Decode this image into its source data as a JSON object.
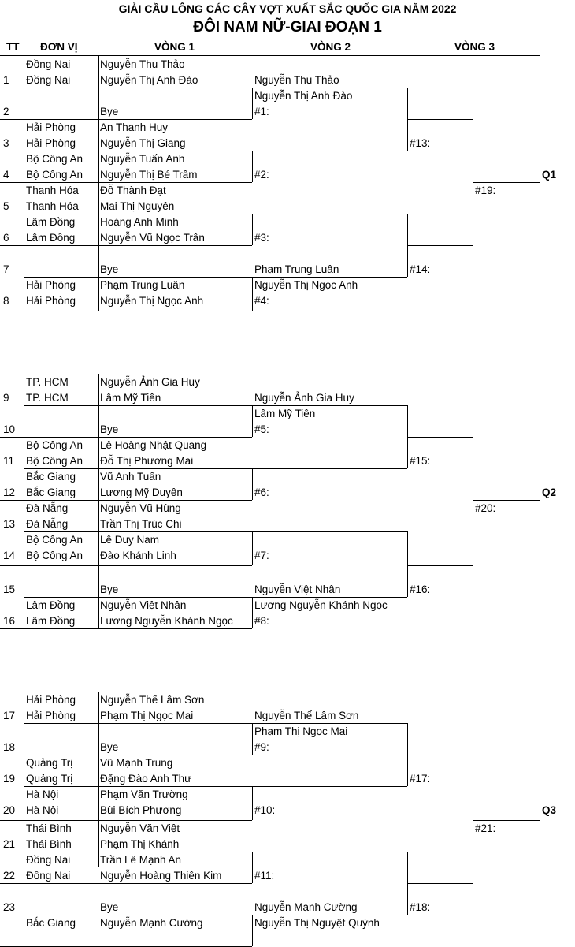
{
  "title": "GIẢI CẦU LÔNG CÁC CÂY VỢT XUẤT SẮC QUỐC GIA NĂM 2022",
  "subtitle": "ĐÔI NAM NỮ-GIAI ĐOẠN 1",
  "headers": {
    "tt": "TT",
    "unit": "ĐƠN VỊ",
    "r1": "VÒNG 1",
    "r2": "VÒNG 2",
    "r3": "VÒNG 3"
  },
  "entries": [
    {
      "tt": "1",
      "units": [
        "Đồng Nai",
        "Đồng Nai"
      ],
      "players": [
        "Nguyễn Thu Thảo",
        "Nguyễn Thị Anh Đào"
      ]
    },
    {
      "tt": "2",
      "units": [
        "",
        ""
      ],
      "players": [
        "",
        "Bye"
      ]
    },
    {
      "tt": "3",
      "units": [
        "Hải Phòng",
        "Hải Phòng"
      ],
      "players": [
        "An Thanh Huy",
        "Nguyễn Thị Giang"
      ]
    },
    {
      "tt": "4",
      "units": [
        "Bộ Công An",
        "Bộ Công An"
      ],
      "players": [
        "Nguyễn Tuấn Anh",
        "Nguyễn Thị Bé Trâm"
      ]
    },
    {
      "tt": "5",
      "units": [
        "Thanh Hóa",
        "Thanh Hóa"
      ],
      "players": [
        "Đỗ Thành Đạt",
        "Mai Thị Nguyên"
      ]
    },
    {
      "tt": "6",
      "units": [
        "Lâm Đồng",
        "Lâm Đồng"
      ],
      "players": [
        "Hoàng Anh Minh",
        "Nguyễn Vũ Ngọc Trân"
      ]
    },
    {
      "tt": "7",
      "units": [
        "",
        ""
      ],
      "players": [
        "",
        "Bye"
      ]
    },
    {
      "tt": "8",
      "units": [
        "Hải Phòng",
        "Hải Phòng"
      ],
      "players": [
        "Phạm Trung Luân",
        "Nguyễn Thị Ngọc Anh"
      ]
    },
    {
      "tt": "9",
      "units": [
        "TP. HCM",
        "TP. HCM"
      ],
      "players": [
        "Nguyễn Ảnh Gia Huy",
        "Lâm Mỹ Tiên"
      ]
    },
    {
      "tt": "10",
      "units": [
        "",
        ""
      ],
      "players": [
        "",
        "Bye"
      ]
    },
    {
      "tt": "11",
      "units": [
        "Bộ Công An",
        "Bộ Công An"
      ],
      "players": [
        "Lê Hoàng Nhật Quang",
        "Đỗ Thị Phương Mai"
      ]
    },
    {
      "tt": "12",
      "units": [
        "Bắc Giang",
        "Bắc Giang"
      ],
      "players": [
        "Vũ Anh Tuấn",
        "Lương Mỹ Duyên"
      ]
    },
    {
      "tt": "13",
      "units": [
        "Đà Nẵng",
        "Đà Nẵng"
      ],
      "players": [
        "Nguyễn Vũ Hùng",
        "Trần Thị Trúc Chi"
      ]
    },
    {
      "tt": "14",
      "units": [
        "Bộ Công An",
        "Bộ Công An"
      ],
      "players": [
        "Lê Duy Nam",
        "Đào Khánh Linh"
      ]
    },
    {
      "tt": "15",
      "units": [
        "",
        ""
      ],
      "players": [
        "",
        "Bye"
      ]
    },
    {
      "tt": "16",
      "units": [
        "Lâm Đồng",
        "Lâm Đồng"
      ],
      "players": [
        "Nguyễn Việt Nhân",
        "Lương Nguyễn Khánh Ngọc"
      ]
    },
    {
      "tt": "17",
      "units": [
        "Hải Phòng",
        "Hải Phòng"
      ],
      "players": [
        "Nguyễn Thế Lâm Sơn",
        "Phạm Thị Ngọc Mai"
      ]
    },
    {
      "tt": "18",
      "units": [
        "",
        ""
      ],
      "players": [
        "",
        "Bye"
      ]
    },
    {
      "tt": "19",
      "units": [
        "Quảng Trị",
        "Quảng Trị"
      ],
      "players": [
        "Vũ Mạnh Trung",
        "Đặng Đào Anh Thư"
      ]
    },
    {
      "tt": "20",
      "units": [
        "Hà Nội",
        "Hà Nội"
      ],
      "players": [
        "Phạm Văn Trường",
        "Bùi Bích Phương"
      ]
    },
    {
      "tt": "21",
      "units": [
        "Thái Bình",
        "Thái Bình"
      ],
      "players": [
        "Nguyễn Văn Việt",
        "Phạm Thị Khánh"
      ]
    },
    {
      "tt": "22",
      "units": [
        "Đồng Nai",
        "Đồng Nai"
      ],
      "players": [
        "Trần Lê Mạnh An",
        "Nguyễn Hoàng Thiên Kim"
      ]
    },
    {
      "tt": "23",
      "units": [
        "",
        ""
      ],
      "players": [
        "",
        "Bye"
      ]
    },
    {
      "tt": "",
      "units": [
        "Bắc Giang",
        ""
      ],
      "players": [
        "Nguyễn Mạnh Cường",
        ""
      ]
    }
  ],
  "round2": [
    {
      "label": "#1:",
      "names": [
        "Nguyễn Thu Thảo",
        "Nguyễn Thị Anh Đào"
      ]
    },
    {
      "label": "#2:",
      "names": [
        "",
        ""
      ]
    },
    {
      "label": "#3:",
      "names": [
        "",
        ""
      ]
    },
    {
      "label": "#4:",
      "names": [
        "Phạm Trung Luân",
        "Nguyễn Thị Ngọc Anh"
      ]
    },
    {
      "label": "#5:",
      "names": [
        "Nguyễn Ảnh Gia Huy",
        "Lâm Mỹ Tiên"
      ]
    },
    {
      "label": "#6:",
      "names": [
        "",
        ""
      ]
    },
    {
      "label": "#7:",
      "names": [
        "",
        ""
      ]
    },
    {
      "label": "#8:",
      "names": [
        "Nguyễn Việt Nhân",
        "Lương Nguyễn Khánh Ngọc"
      ]
    },
    {
      "label": "#9:",
      "names": [
        "Nguyễn Thế Lâm Sơn",
        "Phạm Thị Ngọc Mai"
      ]
    },
    {
      "label": "#10:",
      "names": [
        "",
        ""
      ]
    },
    {
      "label": "#11:",
      "names": [
        "",
        ""
      ]
    },
    {
      "label": "",
      "names": [
        "Nguyễn Mạnh Cường",
        "Nguyễn Thị Nguyệt Quỳnh"
      ]
    }
  ],
  "round3": [
    "#13:",
    "#14:",
    "#15:",
    "#16:",
    "#17:",
    "#18:"
  ],
  "round4": [
    "#19:",
    "#20:",
    "#21:"
  ],
  "qualifiers": [
    "Q1",
    "Q2",
    "Q3"
  ]
}
